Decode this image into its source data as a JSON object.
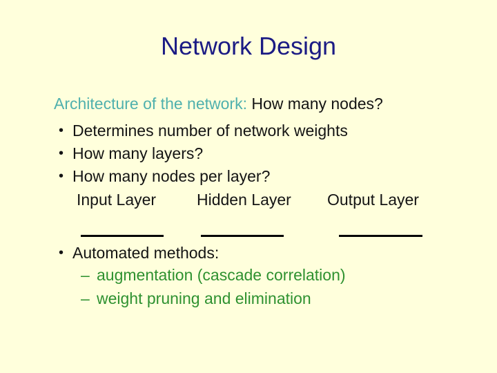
{
  "slide": {
    "title": "Network Design",
    "heading": {
      "highlight": "Architecture of the network:",
      "rest": " How many nodes?"
    },
    "bullet_char": "•",
    "dash_char": "–",
    "bullets": [
      "Determines number of network weights",
      "How many layers?",
      "How many nodes per layer?"
    ],
    "layer_labels": [
      "Input Layer",
      "Hidden Layer",
      "Output Layer"
    ],
    "blank_lines_count": 3,
    "automated_bullet": "Automated methods:",
    "sub_bullets": [
      "augmentation (cascade correlation)",
      "weight pruning and elimination"
    ],
    "colors": {
      "background": "#FFFFDC",
      "title": "#1B1B84",
      "heading_highlight": "#4FB0AD",
      "body_text": "#141414",
      "green_text": "#2E9130",
      "blank_line": "#000000"
    }
  }
}
